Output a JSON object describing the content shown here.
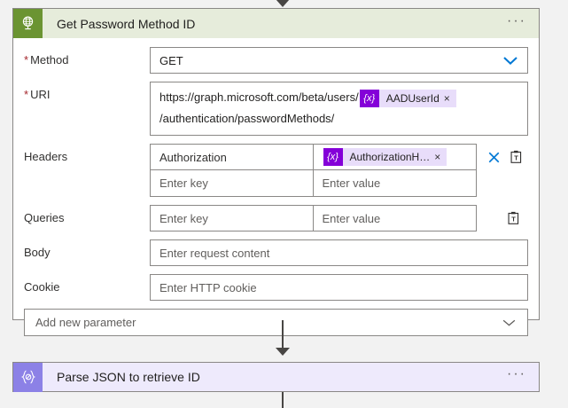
{
  "canvas": {
    "background": "#f2f2f2",
    "connector_color": "#484644"
  },
  "steps": [
    {
      "id": "http-card",
      "title": "Get Password Method ID",
      "icon": "globe-icon",
      "icon_background": "#6b9432",
      "header_background": "#e6ecdb",
      "overflow_label": "···",
      "fields": {
        "method": {
          "label": "Method",
          "required": true,
          "required_marker": "*",
          "value": "GET",
          "chevron": "chevron-down-icon",
          "chevron_color": "#0078d4"
        },
        "uri": {
          "label": "URI",
          "required": true,
          "required_marker": "*",
          "text_before": "https://graph.microsoft.com/beta/users/",
          "token": {
            "glyph": "{x}",
            "label": "AADUserId",
            "remove": "×"
          },
          "text_after": "/authentication/passwordMethods/"
        },
        "headers": {
          "label": "Headers",
          "rows": [
            {
              "key": "Authorization",
              "key_is_placeholder": false,
              "value_token": {
                "glyph": "{x}",
                "label": "AuthorizationH…",
                "remove": "×"
              },
              "actions": [
                "delete-row-icon",
                "paste-text-icon"
              ]
            },
            {
              "key": "Enter key",
              "key_is_placeholder": true,
              "value": "Enter value",
              "value_is_placeholder": true,
              "actions": []
            }
          ]
        },
        "queries": {
          "label": "Queries",
          "rows": [
            {
              "key": "Enter key",
              "key_is_placeholder": true,
              "value": "Enter value",
              "value_is_placeholder": true,
              "actions": [
                "paste-text-icon"
              ]
            }
          ]
        },
        "body": {
          "label": "Body",
          "placeholder": "Enter request content",
          "value": ""
        },
        "cookie": {
          "label": "Cookie",
          "placeholder": "Enter HTTP cookie",
          "value": ""
        },
        "add_parameter": {
          "label": "Add new parameter",
          "chevron": "chevron-down-icon",
          "chevron_color": "#605e5c"
        }
      }
    },
    {
      "id": "parse-card",
      "title": "Parse JSON to retrieve ID",
      "icon": "data-operations-icon",
      "icon_glyph": "{⌀}",
      "icon_background": "#8c81e6",
      "header_background": "#eeeafc",
      "overflow_label": "···"
    }
  ],
  "token_colors": {
    "glyph_background": "#8400d8",
    "chip_background": "#e8ddfa"
  }
}
